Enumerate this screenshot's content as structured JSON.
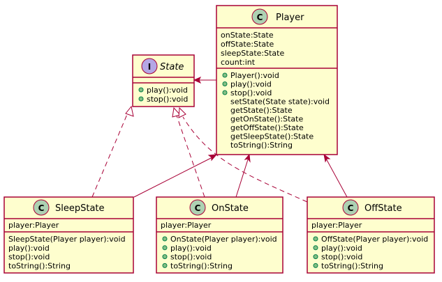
{
  "diagram": {
    "classes": {
      "player": {
        "name": "Player",
        "stereotype": "C",
        "fields": [
          "onState:State",
          "offState:State",
          "sleepState:State",
          "count:int"
        ],
        "methods": [
          "Player():void",
          "play():void",
          "stop():void",
          "setState(State state):void",
          "getState():State",
          "getOnState():State",
          "getOffState():State",
          "getSleepState():State",
          "toString():String"
        ],
        "method_visibility": [
          true,
          true,
          true,
          false,
          false,
          false,
          false,
          false,
          false
        ]
      },
      "state": {
        "name": "State",
        "stereotype": "I",
        "fields": [],
        "methods": [
          "play():void",
          "stop():void"
        ],
        "method_visibility": [
          true,
          true
        ]
      },
      "sleep_state": {
        "name": "SleepState",
        "stereotype": "C",
        "fields": [
          "player:Player"
        ],
        "methods": [
          "SleepState(Player player):void",
          "play():void",
          "stop():void",
          "toString():String"
        ],
        "method_visibility": [
          false,
          false,
          false,
          false
        ]
      },
      "on_state": {
        "name": "OnState",
        "stereotype": "C",
        "fields": [
          "player:Player"
        ],
        "methods": [
          "OnState(Player player):void",
          "play():void",
          "stop():void",
          "toString():String"
        ],
        "method_visibility": [
          true,
          true,
          true,
          true
        ]
      },
      "off_state": {
        "name": "OffState",
        "stereotype": "C",
        "fields": [
          "player:Player"
        ],
        "methods": [
          "OffState(Player player):void",
          "play():void",
          "stop():void",
          "toString():String"
        ],
        "method_visibility": [
          true,
          true,
          true,
          true
        ]
      }
    },
    "colors": {
      "class_fill": "#FEFECE",
      "border": "#A80036",
      "class_badge": "#ADD1B2",
      "interface_badge": "#B4A7E5",
      "visibility_dot": "#84BE84"
    }
  }
}
